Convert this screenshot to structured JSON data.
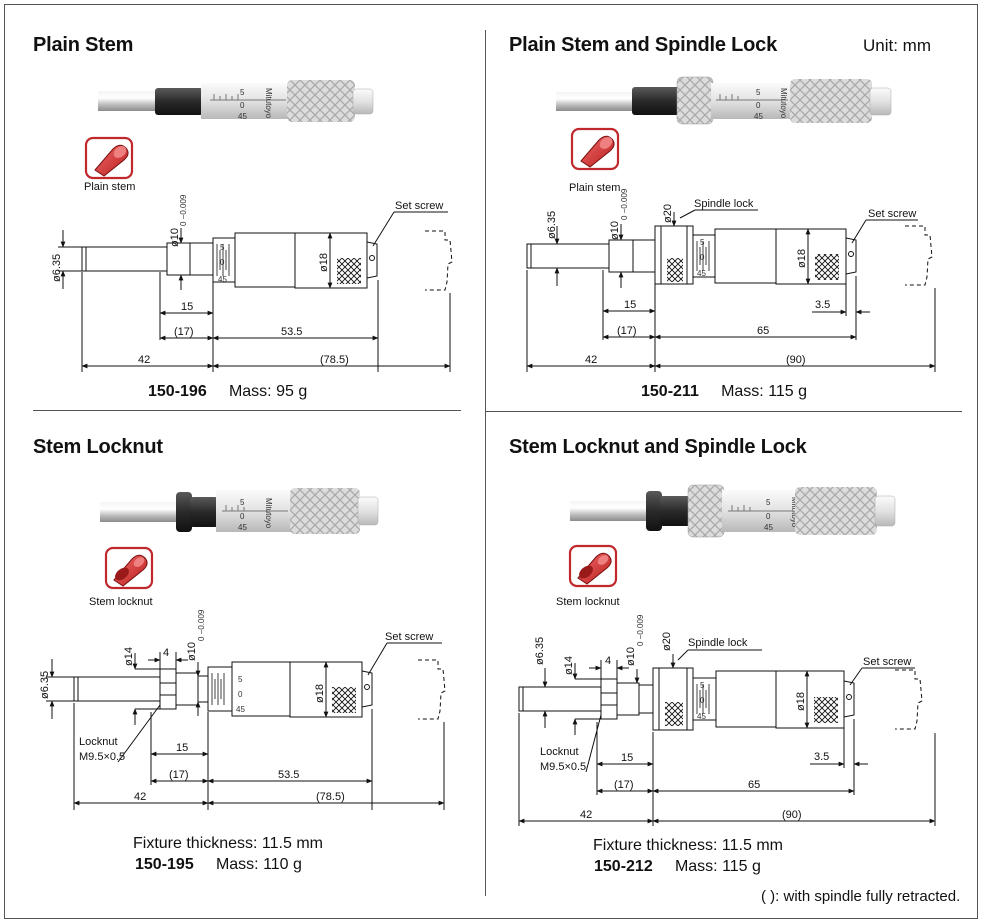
{
  "unit_label": "Unit: mm",
  "retracted_note": "(   ): with spindle fully retracted.",
  "scale_marks": {
    "top": "5",
    "mid": "0",
    "bot": "45"
  },
  "brand_engraving": "Mitutoyo",
  "panels": [
    {
      "title": "Plain Stem",
      "icon_label": "Plain stem",
      "model": "150-196",
      "mass": "Mass: 95 g",
      "dims": {
        "d_stem": "ø6.35",
        "d_sleeve": "ø10",
        "tol": "0 −0.009",
        "d_thimble": "ø18",
        "set_screw": "Set screw",
        "d15": "15",
        "d17": "(17)",
        "d_thim_len": "53.5",
        "d42": "42",
        "d_total": "(78.5)"
      }
    },
    {
      "title": "Plain Stem and Spindle Lock",
      "icon_label": "Plain stem",
      "model": "150-211",
      "mass": "Mass: 115 g",
      "dims": {
        "d_stem": "ø6.35",
        "d_sleeve": "ø10",
        "tol": "0 −0.009",
        "d_lock": "ø20",
        "spindle_lock": "Spindle lock",
        "d_thimble": "ø18",
        "set_screw": "Set screw",
        "d15": "15",
        "d17": "(17)",
        "d35": "3.5",
        "d_thim_len": "65",
        "d42": "42",
        "d_total": "(90)"
      }
    },
    {
      "title": "Stem Locknut",
      "icon_label": "Stem locknut",
      "model": "150-195",
      "mass": "Mass: 110 g",
      "fixture": "Fixture thickness: 11.5 mm",
      "dims": {
        "d_stem": "ø6.35",
        "d_nut": "ø14",
        "d4": "4",
        "d_sleeve": "ø10",
        "tol": "0 −0.009",
        "d_thimble": "ø18",
        "set_screw": "Set screw",
        "locknut": "Locknut",
        "thread": "M9.5×0.5",
        "d15": "15",
        "d17": "(17)",
        "d_thim_len": "53.5",
        "d42": "42",
        "d_total": "(78.5)"
      }
    },
    {
      "title": "Stem Locknut and Spindle Lock",
      "icon_label": "Stem locknut",
      "model": "150-212",
      "mass": "Mass: 115 g",
      "fixture": "Fixture thickness: 11.5 mm",
      "dims": {
        "d_stem": "ø6.35",
        "d_nut": "ø14",
        "d4": "4",
        "d_sleeve": "ø10",
        "tol": "0 −0.009",
        "d_lock": "ø20",
        "spindle_lock": "Spindle lock",
        "d_thimble": "ø18",
        "set_screw": "Set screw",
        "locknut": "Locknut",
        "thread": "M9.5×0.5",
        "d15": "15",
        "d17": "(17)",
        "d35": "3.5",
        "d_thim_len": "65",
        "d42": "42",
        "d_total": "(90)"
      }
    }
  ]
}
